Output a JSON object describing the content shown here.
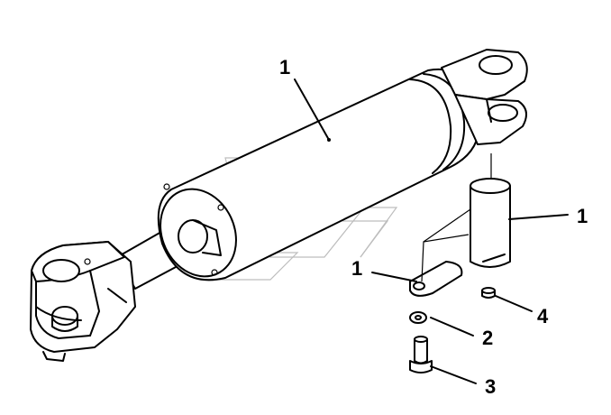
{
  "callouts": {
    "cylinder": "1",
    "sleeve": "1",
    "bracket": "1",
    "washer": "2",
    "bolt": "3",
    "nut": "4"
  },
  "icons": [
    "watermark-logo"
  ]
}
